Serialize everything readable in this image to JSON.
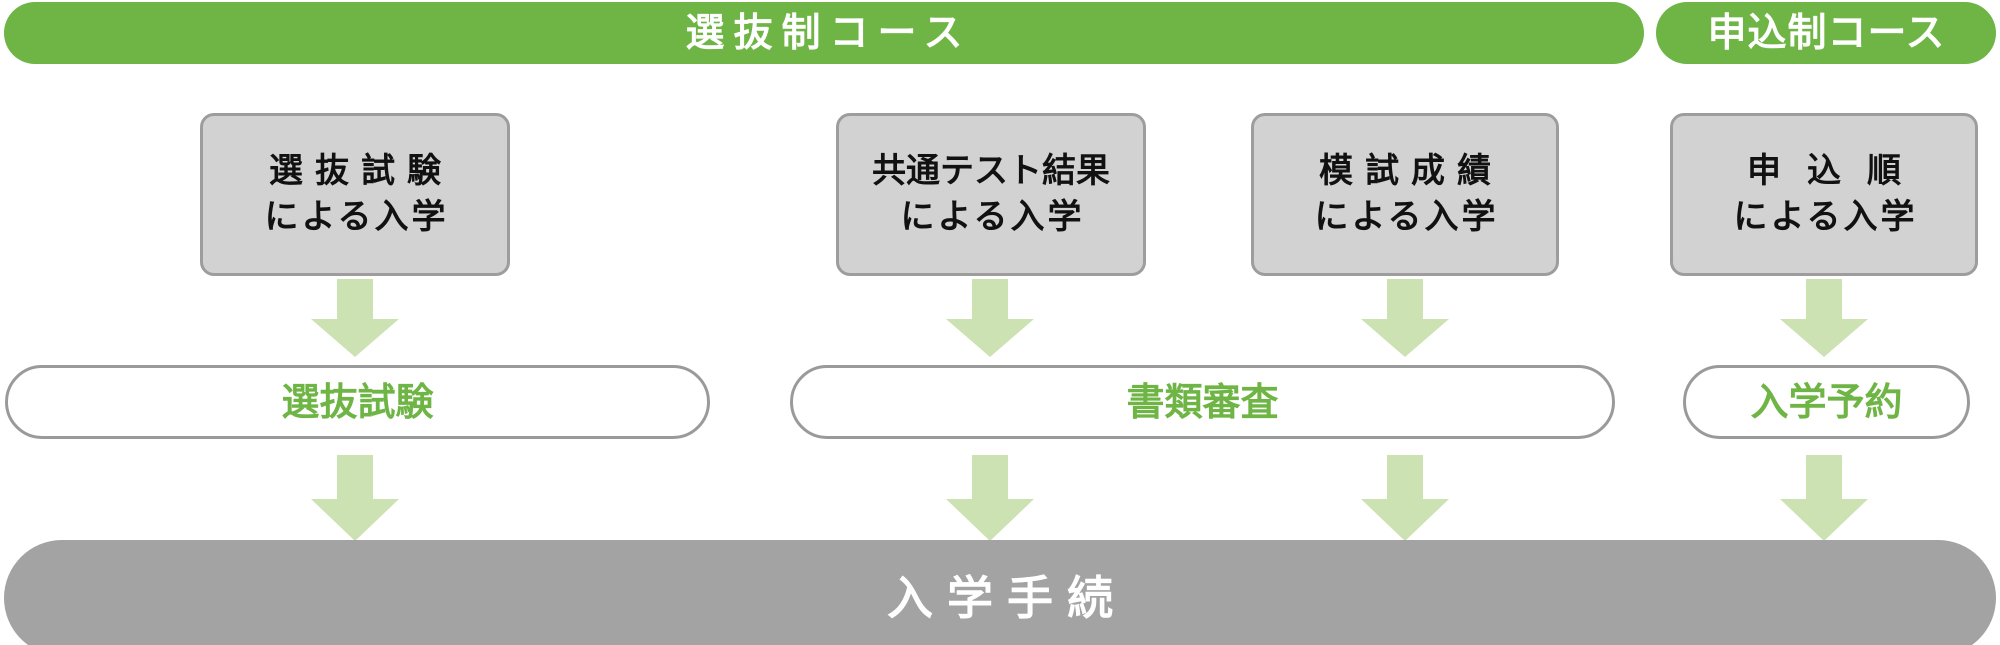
{
  "diagram": {
    "title_colors": {
      "course_green": "#6eb545",
      "arrow_green": "#cde2b2",
      "box_gray_fill": "#d2d2d2",
      "box_gray_border": "#9d9d9d",
      "pill_border_gray": "#9a9a9a",
      "final_bar_gray": "#a3a3a3",
      "pill_text_green": "#6eb545",
      "white": "#ffffff"
    },
    "header": {
      "bars": [
        {
          "label": "選抜制コース",
          "name": "course-bar-selective"
        },
        {
          "label": "申込制コース",
          "name": "course-bar-application"
        }
      ]
    },
    "entry_boxes": [
      {
        "line1": "選抜試験",
        "line2": "による入学"
      },
      {
        "line1": "共通テスト結果",
        "line2": "による入学"
      },
      {
        "line1": "模試成績",
        "line2": "による入学"
      },
      {
        "line1": "申込順",
        "line2": "による入学"
      }
    ],
    "screening_pills": [
      {
        "label": "選抜試験"
      },
      {
        "label": "書類審査"
      },
      {
        "label": "入学予約"
      }
    ],
    "final_step": {
      "label": "入学手続"
    },
    "arrows": {
      "icon": "arrow-down-icon",
      "count_top": 4,
      "count_bottom": 4
    }
  }
}
